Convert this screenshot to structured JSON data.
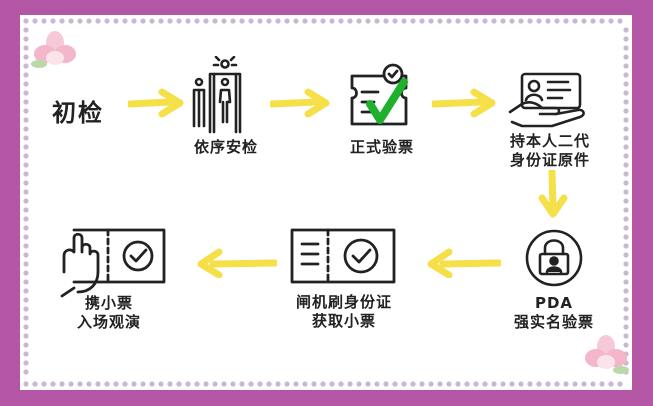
{
  "flow": {
    "start_label": "初检",
    "steps": [
      {
        "label_lines": [
          "依序安检"
        ],
        "icon": "security-gate-icon"
      },
      {
        "label_lines": [
          "正式验票"
        ],
        "icon": "ticket-check-icon"
      },
      {
        "label_lines": [
          "持本人二代",
          "身份证原件"
        ],
        "icon": "id-card-hand-icon"
      },
      {
        "label_lines": [
          "PDA",
          "强实名验票"
        ],
        "icon": "lock-user-icon"
      },
      {
        "label_lines": [
          "闸机刷身份证",
          "获取小票"
        ],
        "icon": "receipt-check-icon"
      },
      {
        "label_lines": [
          "携小票",
          "入场观演"
        ],
        "icon": "hand-ticket-icon"
      }
    ]
  },
  "colors": {
    "frame": "#b356a6",
    "arrow": "#f6e04a",
    "check": "#1fb02e",
    "dots": "#c8b8d6"
  }
}
